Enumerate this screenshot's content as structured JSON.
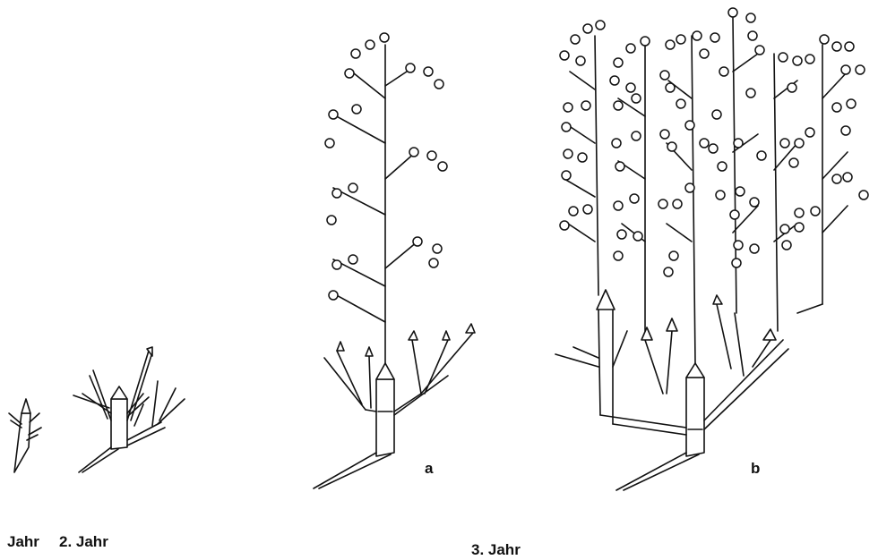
{
  "labels": {
    "year1": "Jahr",
    "year2": "2. Jahr",
    "year3": "3. Jahr",
    "panel_a": "a",
    "panel_b": "b"
  },
  "colors": {
    "ink": "#111111",
    "paper": "#ffffff"
  }
}
